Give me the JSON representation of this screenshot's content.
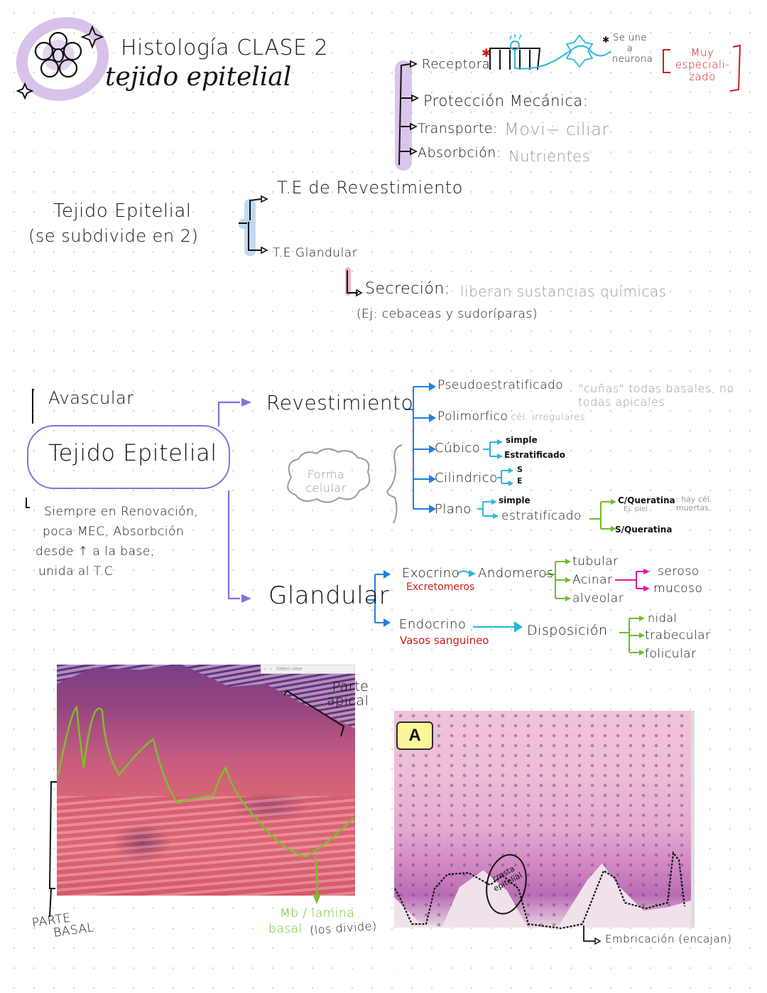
{
  "header": {
    "title_line1": "Histología CLASE 2",
    "title_line2": "tejido epitelial",
    "decoration_icon": "flower-icon",
    "accent_color": "#d9c2ea"
  },
  "functions_section": {
    "items": [
      {
        "label": "Receptora",
        "note": ""
      },
      {
        "label": "Protección Mecánica:",
        "note": ""
      },
      {
        "label": "Transporte:",
        "note": "Movi÷ ciliar"
      },
      {
        "label": "Absorbción:",
        "note": "Nutrientes"
      }
    ],
    "receptor_note": "Se une a neurona",
    "specialized_note": "Muy especiali-zado",
    "bracket_color": "#cdb2e6"
  },
  "subdivision_section": {
    "main_label": "Tejido Epitelial",
    "main_sub": "(se subdivide en 2)",
    "branch_1": "T.E de Revestimiento",
    "branch_2": "T.E Glandular",
    "secretion_label": "Secreción:",
    "secretion_note": "liberan sustancias químicas",
    "secretion_example": "(Ej: cebaceas y sudoríparas)",
    "bracket_color": "#b7d3ef"
  },
  "mindmap": {
    "center": "Tejido Epitelial",
    "top_note": "Avascular",
    "bottom_note": [
      "Siempre en Renovación,",
      "poca MEC, Absorbción",
      "desde ↑ a la base,",
      "unida al T.C"
    ],
    "forma_celular": [
      "Forma",
      "celular"
    ],
    "revestimiento": {
      "label": "Revestimiento",
      "items": [
        {
          "label": "Pseudoestratificado",
          "note": "\"cuñas\" todas basales, no todas apicales"
        },
        {
          "label": "Polimorfico",
          "note": ": cél. irregulares"
        },
        {
          "label": "Cúbico",
          "subs": [
            "simple",
            "Estratificado"
          ]
        },
        {
          "label": "Cilindrico",
          "subs": [
            "S",
            "E"
          ]
        },
        {
          "label": "Plano",
          "subs": [
            "simple",
            "estratificado"
          ]
        }
      ],
      "plano_estratificado": [
        {
          "label": "C/Queratina",
          "note": ": hay cél. muertas",
          "example": "Ej: piel"
        },
        {
          "label": "S/Queratina"
        }
      ]
    },
    "glandular": {
      "label": "Glandular",
      "exocrino": "Exocrino",
      "exocrino_note": "Excretomeros",
      "adenomeros": "Andomeros",
      "adenomeros_types": [
        "tubular",
        "Acinar",
        "alveolar"
      ],
      "acinar_types": [
        "seroso",
        "mucoso"
      ],
      "endocrino": "Endocrino",
      "endocrino_note": "Vasos sanguineo",
      "disposicion": "Disposición",
      "disposicion_types": [
        "nidal",
        "trabecular",
        "folicular"
      ]
    }
  },
  "figures": {
    "left": {
      "viewer_bar": {
        "prev": "‹",
        "next": "›",
        "label": "Select View"
      },
      "label_apical": [
        "Parte",
        "apical"
      ],
      "label_basal": [
        "PARTE",
        "BASAL"
      ],
      "label_membrane": [
        "Mb / lamina",
        "basal"
      ],
      "label_membrane_note": "(los divide)"
    },
    "right": {
      "badge": "A",
      "circle_label": [
        "cresta",
        "epitelial"
      ],
      "caption": "Embricación (encajan)"
    }
  }
}
